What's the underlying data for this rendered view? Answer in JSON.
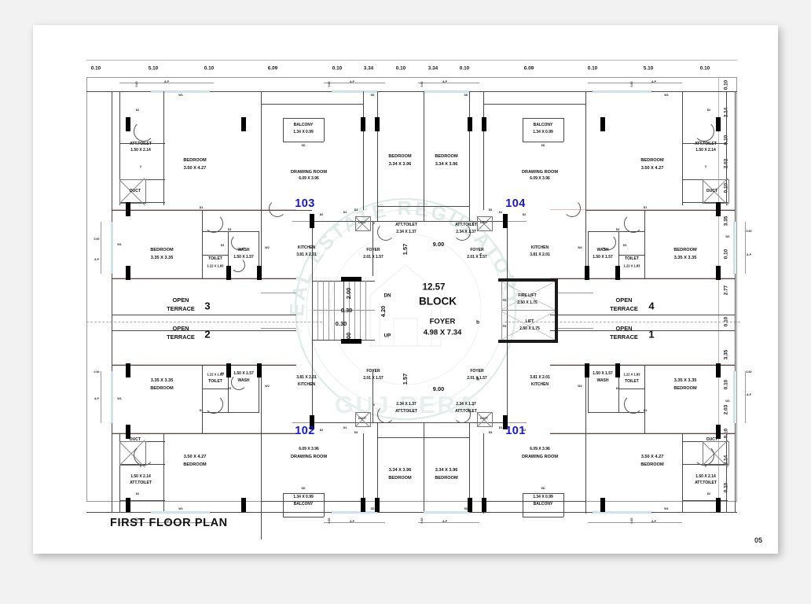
{
  "document": {
    "title": "FIRST FLOOR PLAN",
    "page_number": "05",
    "watermark": {
      "arc_text": "GUJARAT REAL ESTATE REGULATORY AUTHORITY",
      "bottom_text": "GUJ RERA"
    }
  },
  "colors": {
    "unit_number": "#1414e6",
    "wall": "#1b1b1b",
    "column": "#000000",
    "text": "#111111"
  },
  "dimensions": {
    "top": [
      "0.10",
      "5.10",
      "0.10",
      "6.09",
      "0.10",
      "3.34",
      "0.10",
      "3.34",
      "0.10",
      "6.09",
      "0.10",
      "5.10",
      "0.10"
    ],
    "right": [
      "0.10",
      "2.14",
      "0.10",
      "2.02",
      "0.10",
      "3.35",
      "0.10",
      "2.77",
      "0.10",
      "3.35",
      "0.10",
      "2.03",
      "0.10",
      "2.14",
      "0.10"
    ]
  },
  "core": {
    "block_label": "BLOCK",
    "block_width": "12.57",
    "foyer_label": "FOYER",
    "foyer_size": "4.98 X 7.34",
    "depth": "4.20",
    "span_top": "9.00",
    "span_bottom": "9.00",
    "offset_top": "1.57",
    "offset_bottom": "1.57",
    "stair_dn": "DN",
    "stair_up": "UP",
    "stair_dims": [
      "2.00",
      "0.30",
      "0.30",
      "2.00"
    ],
    "marker_a": "a",
    "marker_b": "b",
    "marker_c": "c",
    "lifts": [
      {
        "name": "FIRE LIFT",
        "size": "2.50 X 1.75",
        "door": "FD"
      },
      {
        "name": "LIFT",
        "size": "2.50 X 1.75",
        "door": "FD"
      }
    ]
  },
  "units": [
    {
      "number": "101",
      "position": "bottom-right"
    },
    {
      "number": "102",
      "position": "bottom-left"
    },
    {
      "number": "103",
      "position": "top-left"
    },
    {
      "number": "104",
      "position": "top-right"
    }
  ],
  "terraces": [
    {
      "label": "OPEN\nTERRACE",
      "line1": "OPEN",
      "line2": "TERRACE",
      "number": "1",
      "position": "right-lower"
    },
    {
      "label": "OPEN\nTERRACE",
      "line1": "OPEN",
      "line2": "TERRACE",
      "number": "2",
      "position": "left-lower"
    },
    {
      "label": "OPEN\nTERRACE",
      "line1": "OPEN",
      "line2": "TERRACE",
      "number": "3",
      "position": "left-upper"
    },
    {
      "label": "OPEN\nTERRACE",
      "line1": "OPEN",
      "line2": "TERRACE",
      "number": "4",
      "position": "right-upper"
    }
  ],
  "rooms": {
    "bedroom_corner": {
      "name": "BEDROOM",
      "size": "3.50 X 4.27"
    },
    "bedroom_side": {
      "name": "BEDROOM",
      "size": "3.35 X 3.35"
    },
    "bedroom_mid": {
      "name": "BEDROOM",
      "size": "3.34 X 3.96"
    },
    "drawing_room": {
      "name": "DRAWING ROOM",
      "size": "6.09 X 3.96"
    },
    "kitchen": {
      "name": "KITCHEN",
      "size": "3.81 X 2.01"
    },
    "wash": {
      "name": "WASH",
      "size": "1.50 X 1.57"
    },
    "toilet": {
      "name": "TOILET",
      "size": "1.22 X 1.83"
    },
    "att_toilet_corner": {
      "name": "ATT.TOILET",
      "size": "1.50 X 2.14"
    },
    "att_toilet_mid": {
      "name": "ATT.TOILET",
      "size": "2.34 X 1.37"
    },
    "foyer_unit": {
      "name": "FOYER",
      "size": "2.01 X 1.57"
    },
    "balcony": {
      "name": "BALCONY",
      "size": "1.34 X 0.99"
    },
    "duct": {
      "name": "DUCT"
    }
  },
  "annotations": {
    "window_w1": "W1",
    "window_w2": "W2",
    "door_d1": "D1",
    "door_d2": "D2",
    "door_d3": "D3",
    "door_sd": "SD",
    "vent": "V",
    "ap": "A.P",
    "offset_060": "0.60",
    "duct": "DUCT"
  }
}
